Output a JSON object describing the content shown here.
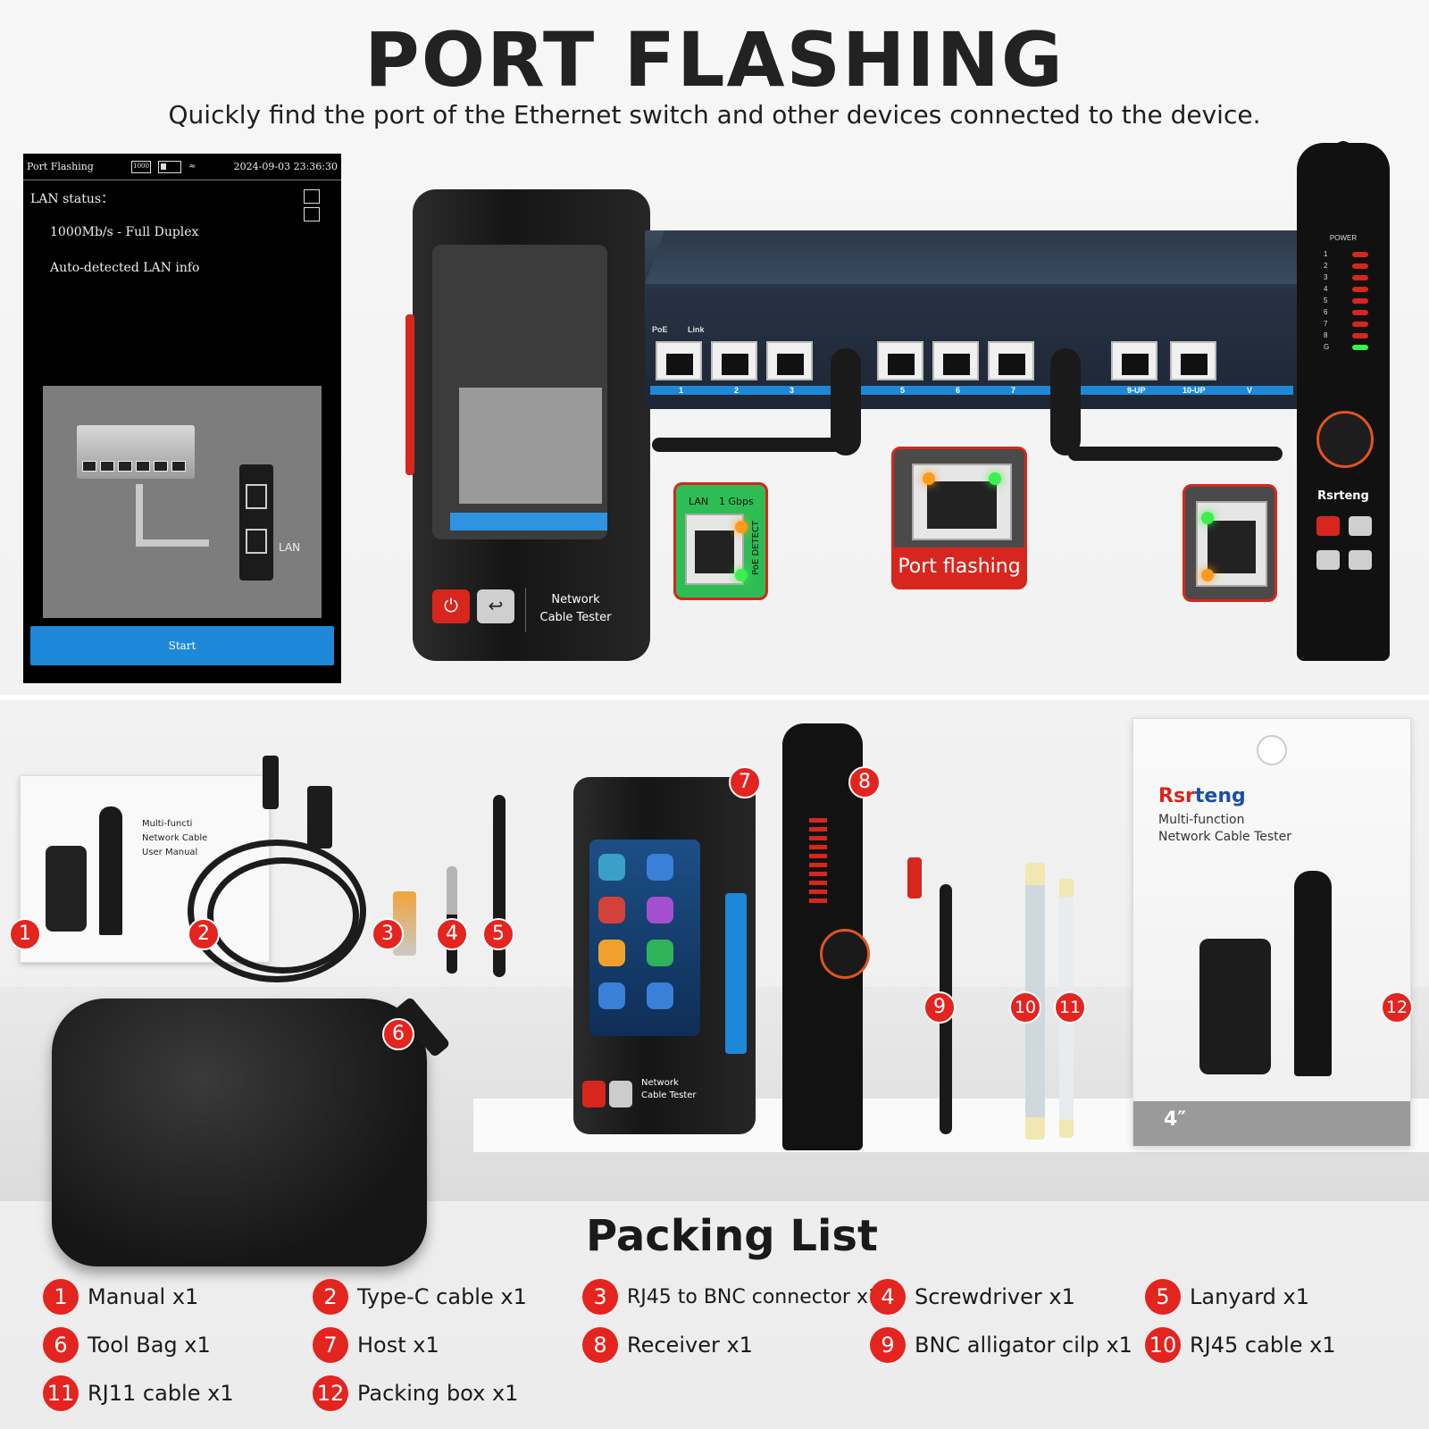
{
  "header": {
    "title": "PORT FLASHING",
    "subtitle": "Quickly find the port of the Ethernet switch and other devices connected to the device."
  },
  "screen": {
    "title": "Port Flashing",
    "speed_icon": "1000",
    "datetime": "2024-09-03 23:36:30",
    "lan_status_label": "LAN status：",
    "duplex": "1000Mb/s - Full Duplex",
    "auto_info": "Auto-detected LAN info",
    "diagram_lan_label": "LAN",
    "start_button": "Start"
  },
  "host": {
    "label_line1": "Network",
    "label_line2": "Cable Tester",
    "power_icon": "power-icon",
    "back_icon": "back-icon"
  },
  "switch": {
    "poe_label": "PoE",
    "link_label": "Link",
    "port_numbers": [
      "1",
      "2",
      "3",
      "5",
      "6",
      "7",
      "9-UP",
      "10-UP",
      "V"
    ]
  },
  "callouts": {
    "lan_label": "LAN",
    "speed_label": "1 Gbps",
    "poe_detect": "PoE DETECT",
    "port_flashing": "Port flashing"
  },
  "receiver": {
    "power_label": "POWER",
    "meter_levels": [
      "1",
      "2",
      "3",
      "4",
      "5",
      "6",
      "7",
      "8",
      "G"
    ],
    "brand": "Rsrteng"
  },
  "packing_photo": {
    "manual_text_line1": "Multi-functi",
    "manual_text_line2": "Network Cable",
    "manual_text_line3": "User Manual",
    "host_label_line1": "Network",
    "host_label_line2": "Cable Tester",
    "box_brand_red": "Rsr",
    "box_brand_blue": "teng",
    "box_text_line1": "Multi-function",
    "box_text_line2": "Network Cable Tester",
    "box_screen_size": "4″",
    "badges": [
      "1",
      "2",
      "3",
      "4",
      "5",
      "6",
      "7",
      "8",
      "9",
      "10",
      "11",
      "12"
    ]
  },
  "packing_list": {
    "title": "Packing List",
    "items": [
      {
        "num": "1",
        "label": "Manual x1"
      },
      {
        "num": "2",
        "label": "Type-C cable x1"
      },
      {
        "num": "3",
        "label": "RJ45 to BNC connector x1"
      },
      {
        "num": "4",
        "label": "Screwdriver x1"
      },
      {
        "num": "5",
        "label": "Lanyard x1"
      },
      {
        "num": "6",
        "label": "Tool Bag x1"
      },
      {
        "num": "7",
        "label": "Host x1"
      },
      {
        "num": "8",
        "label": "Receiver x1"
      },
      {
        "num": "9",
        "label": "BNC alligator cilp x1"
      },
      {
        "num": "10",
        "label": "RJ45 cable x1"
      },
      {
        "num": "11",
        "label": "RJ11 cable x1"
      },
      {
        "num": "12",
        "label": "Packing box x1"
      }
    ]
  },
  "colors": {
    "accent_red": "#e3241f",
    "accent_blue": "#1e88d8",
    "led_green": "#3bf04a",
    "led_orange": "#ff9a1a"
  }
}
